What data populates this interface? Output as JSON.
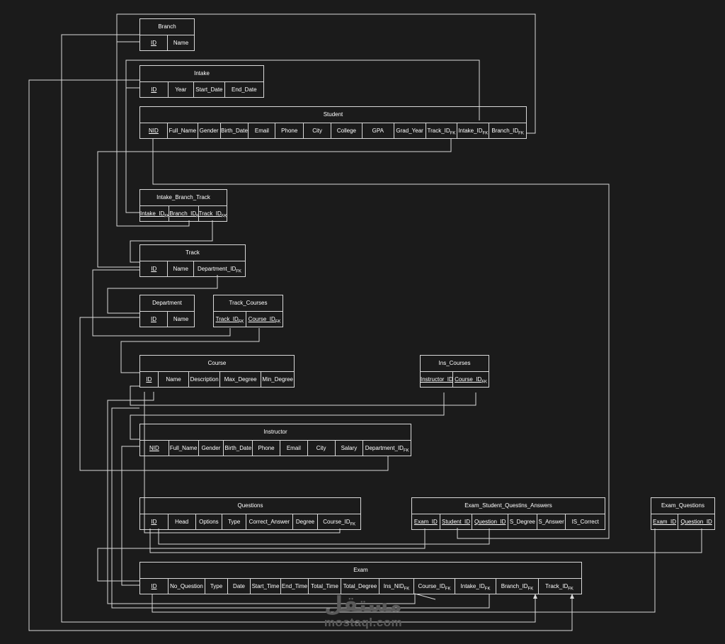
{
  "entities": [
    {
      "id": "branch",
      "name": "Branch",
      "columns": [
        {
          "label": "ID",
          "pk": true
        },
        {
          "label": "Name"
        }
      ]
    },
    {
      "id": "intake",
      "name": "Intake",
      "columns": [
        {
          "label": "ID",
          "pk": true
        },
        {
          "label": "Year"
        },
        {
          "label": "Start_Date"
        },
        {
          "label": "End_Date"
        }
      ]
    },
    {
      "id": "student",
      "name": "Student",
      "columns": [
        {
          "label": "NID",
          "pk": true
        },
        {
          "label": "Full_Name"
        },
        {
          "label": "Gender"
        },
        {
          "label": "Birth_Date"
        },
        {
          "label": "Email"
        },
        {
          "label": "Phone"
        },
        {
          "label": "City"
        },
        {
          "label": "College"
        },
        {
          "label": "GPA"
        },
        {
          "label": "Grad_Year"
        },
        {
          "label": "Track_ID",
          "sub": "FK"
        },
        {
          "label": "Intake_ID",
          "sub": "FK"
        },
        {
          "label": "Branch_ID",
          "sub": "FK"
        }
      ]
    },
    {
      "id": "intake_branch_track",
      "name": "Intake_Branch_Track",
      "columns": [
        {
          "label": "Intake_ID",
          "sub": "FK",
          "pk": true
        },
        {
          "label": "Branch_ID",
          "sub": "FK",
          "pk": true
        },
        {
          "label": "Track_ID",
          "sub": "FK",
          "pk": true
        }
      ]
    },
    {
      "id": "track",
      "name": "Track",
      "columns": [
        {
          "label": "ID",
          "pk": true
        },
        {
          "label": "Name"
        },
        {
          "label": "Department_ID",
          "sub": "FK"
        }
      ]
    },
    {
      "id": "department",
      "name": "Department",
      "columns": [
        {
          "label": "ID",
          "pk": true
        },
        {
          "label": "Name"
        }
      ]
    },
    {
      "id": "track_courses",
      "name": "Track_Courses",
      "columns": [
        {
          "label": "Track_ID",
          "sub": "FK",
          "pk": true
        },
        {
          "label": "Course_ID",
          "sub": "FK",
          "pk": true
        }
      ]
    },
    {
      "id": "course",
      "name": "Course",
      "columns": [
        {
          "label": "ID",
          "pk": true
        },
        {
          "label": "Name"
        },
        {
          "label": "Description"
        },
        {
          "label": "Max_Degree"
        },
        {
          "label": "Min_Degree"
        }
      ]
    },
    {
      "id": "ins_courses",
      "name": "Ins_Courses",
      "columns": [
        {
          "label": "Instructor_ID",
          "pk": true
        },
        {
          "label": "Course_ID",
          "sub": "FK",
          "pk": true
        }
      ]
    },
    {
      "id": "instructor",
      "name": "Instructor",
      "columns": [
        {
          "label": "NID",
          "pk": true
        },
        {
          "label": "Full_Name"
        },
        {
          "label": "Gender"
        },
        {
          "label": "Birth_Date"
        },
        {
          "label": "Phone"
        },
        {
          "label": "Email"
        },
        {
          "label": "City"
        },
        {
          "label": "Salary"
        },
        {
          "label": "Department_ID",
          "sub": "FK"
        }
      ]
    },
    {
      "id": "questions",
      "name": "Questions",
      "columns": [
        {
          "label": "ID",
          "pk": true
        },
        {
          "label": "Head"
        },
        {
          "label": "Options"
        },
        {
          "label": "Type"
        },
        {
          "label": "Correct_Answer"
        },
        {
          "label": "Degree"
        },
        {
          "label": "Course_ID",
          "sub": "FK"
        }
      ]
    },
    {
      "id": "exam_student_answers",
      "name": "Exam_Student_Questins_Answers",
      "columns": [
        {
          "label": "Exam_ID",
          "pk": true
        },
        {
          "label": "Student_ID",
          "pk": true
        },
        {
          "label": "Question_ID",
          "pk": true
        },
        {
          "label": "S_Degree"
        },
        {
          "label": "S_Answer"
        },
        {
          "label": "IS_Correct"
        }
      ]
    },
    {
      "id": "exam_questions",
      "name": "Exam_Questions",
      "columns": [
        {
          "label": "Exam_ID",
          "pk": true
        },
        {
          "label": "Question_ID",
          "pk": true
        }
      ]
    },
    {
      "id": "exam",
      "name": "Exam",
      "columns": [
        {
          "label": "ID",
          "pk": true
        },
        {
          "label": "No_Question"
        },
        {
          "label": "Type"
        },
        {
          "label": "Date"
        },
        {
          "label": "Start_Time"
        },
        {
          "label": "End_Time"
        },
        {
          "label": "Total_Time"
        },
        {
          "label": "Total_Degree"
        },
        {
          "label": "Ins_NID",
          "sub": "FK"
        },
        {
          "label": "Course_ID",
          "sub": "FK"
        },
        {
          "label": "Intake_ID",
          "sub": "FK"
        },
        {
          "label": "Branch_ID",
          "sub": "FK"
        },
        {
          "label": "Track_ID",
          "sub": "FK"
        }
      ]
    }
  ],
  "watermark": {
    "arabic": "مستقل",
    "latin": "mostaql.com"
  },
  "colors": {
    "background": "#1b1b1b",
    "stroke": "#d9d9d9",
    "text": "#ffffff"
  }
}
